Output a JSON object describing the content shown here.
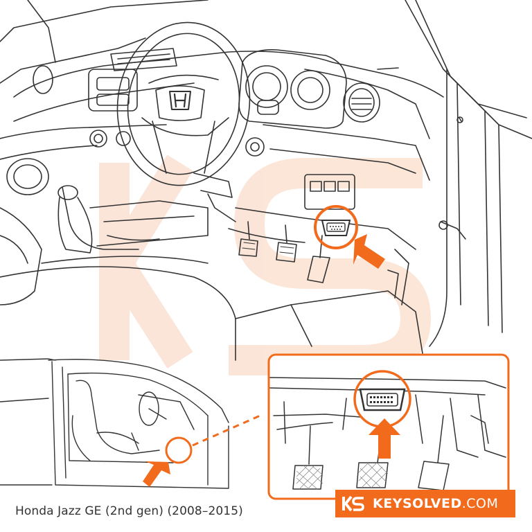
{
  "caption": "Honda Jazz GE (2nd gen) (2008–2015)",
  "brand": {
    "logo_letters": "KS",
    "name_bold": "KEYSOLVED",
    "name_suffix": ".COM"
  },
  "colors": {
    "accent": "#f26b1d",
    "line": "#333333",
    "watermark": "#fbe3d4"
  },
  "icons": [
    "honda-logo-icon",
    "obd-port-icon",
    "arrow-icon"
  ]
}
